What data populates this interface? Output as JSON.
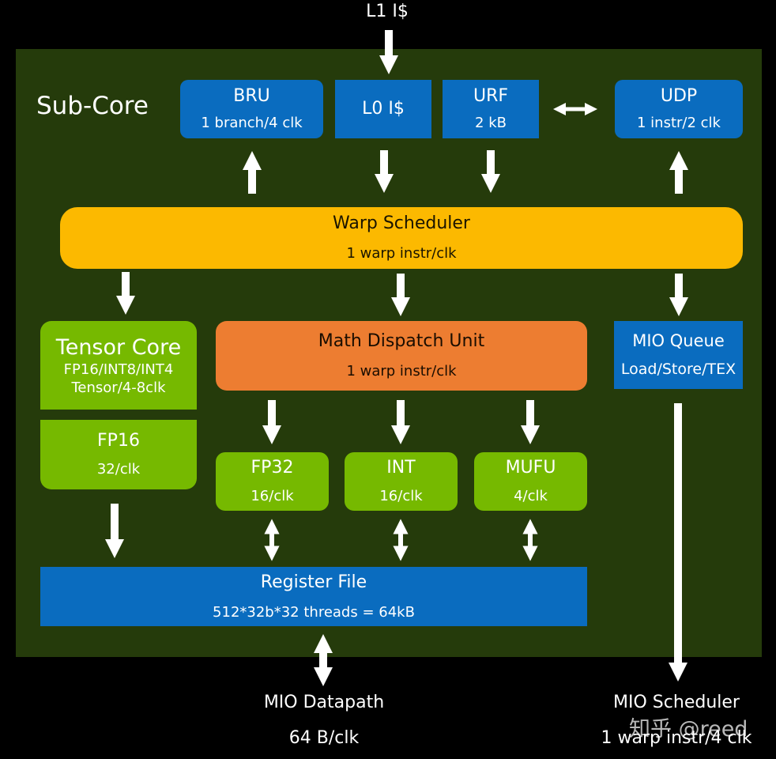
{
  "top_input": "L1 I$",
  "panel_title": "Sub-Core",
  "bru": {
    "title": "BRU",
    "sub": "1 branch/4 clk"
  },
  "l0": {
    "title": "L0 I$"
  },
  "urf": {
    "title": "URF",
    "sub": "2 kB"
  },
  "udp": {
    "title": "UDP",
    "sub": "1 instr/2 clk"
  },
  "warp_scheduler": {
    "title": "Warp Scheduler",
    "sub": "1 warp instr/clk"
  },
  "tensor_core": {
    "title": "Tensor Core",
    "sub1": "FP16/INT8/INT4",
    "sub2": "Tensor/4-8clk"
  },
  "fp16": {
    "title": "FP16",
    "sub": "32/clk"
  },
  "math_dispatch": {
    "title": "Math Dispatch Unit",
    "sub": "1 warp instr/clk"
  },
  "fp32": {
    "title": "FP32",
    "sub": "16/clk"
  },
  "int": {
    "title": "INT",
    "sub": "16/clk"
  },
  "mufu": {
    "title": "MUFU",
    "sub": "4/clk"
  },
  "mio_queue": {
    "title": "MIO Queue",
    "sub": "Load/Store/TEX"
  },
  "register_file": {
    "title": "Register File",
    "sub": "512*32b*32 threads = 64kB"
  },
  "mio_datapath": {
    "title": "MIO Datapath",
    "sub": "64 B/clk"
  },
  "mio_scheduler": {
    "title": "MIO Scheduler",
    "sub": "1 warp instr/4 clk"
  },
  "watermark": "知乎 @reed",
  "colors": {
    "panel": "#253b0b",
    "blue": "#0a6cbf",
    "green": "#76b900",
    "orange": "#ed7d31",
    "yellow": "#fcb900"
  }
}
